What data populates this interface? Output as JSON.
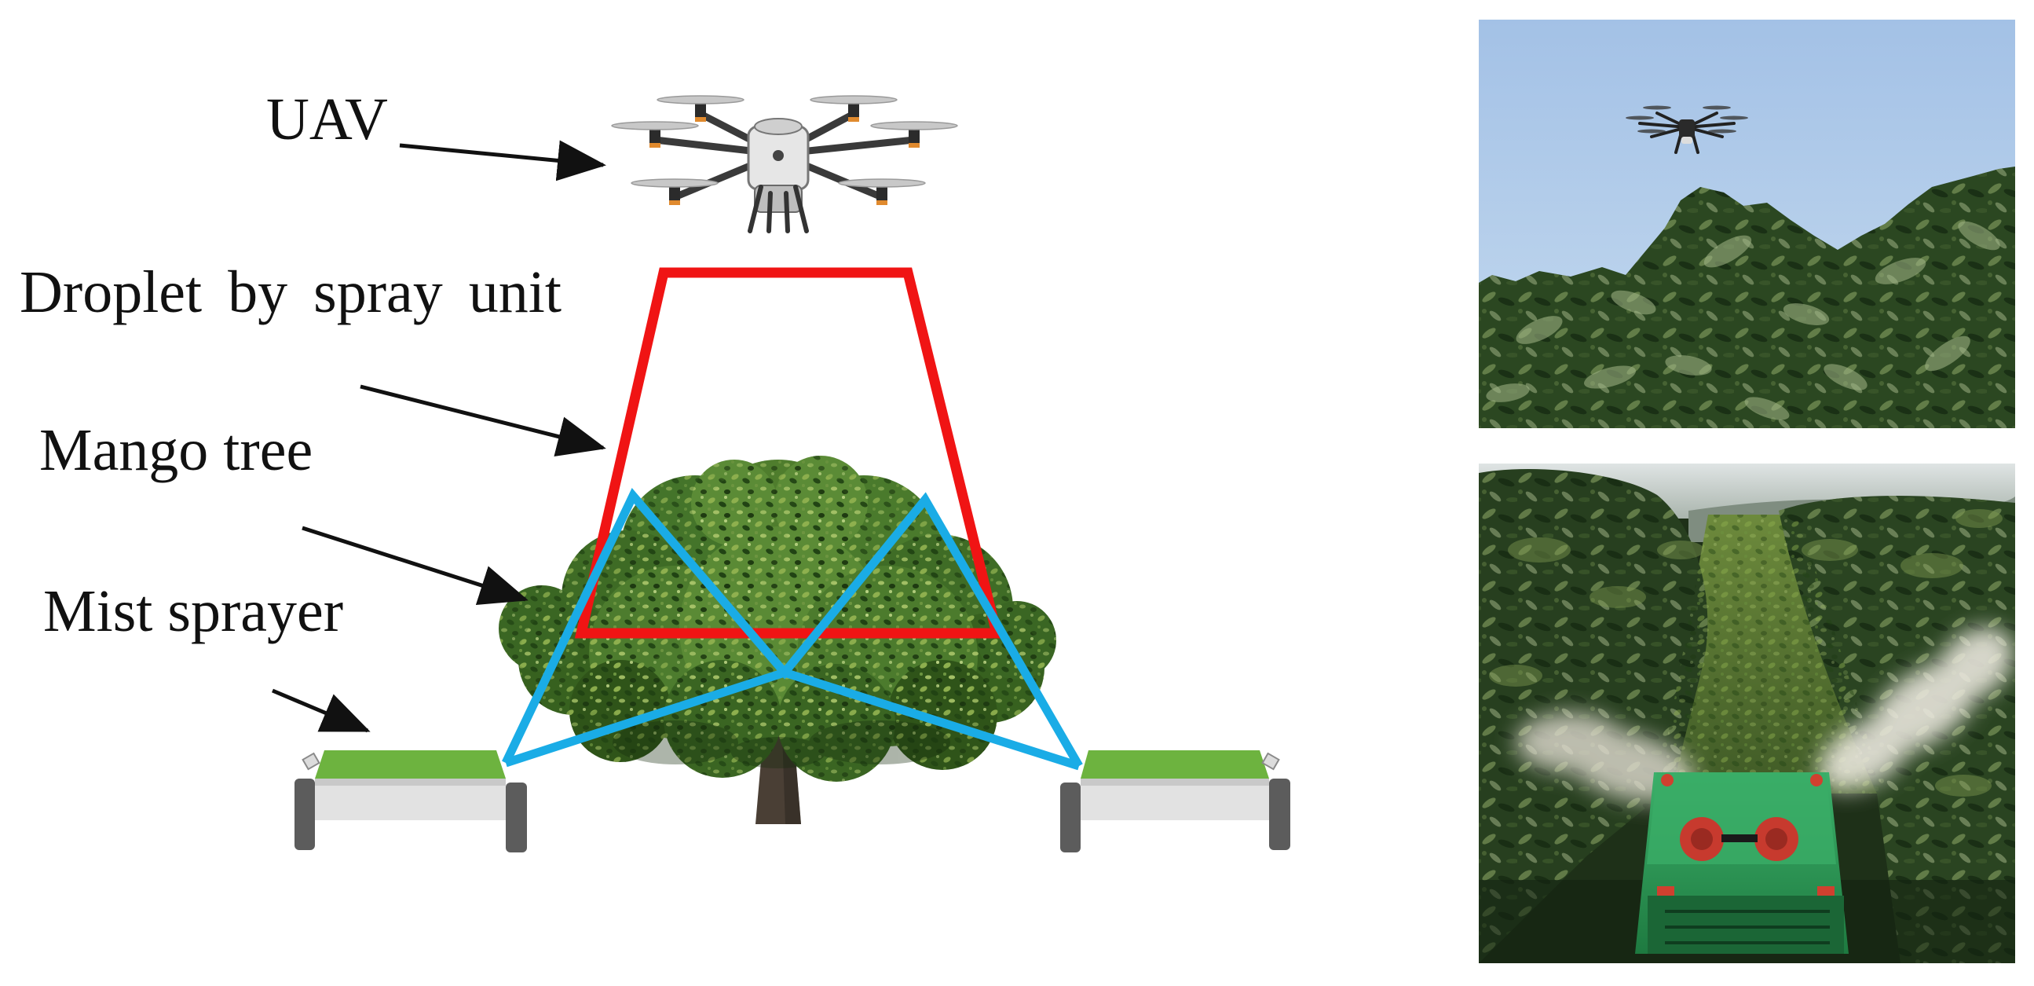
{
  "labels": {
    "uav": "UAV",
    "droplet": "Droplet by spray unit",
    "mango_tree": "Mango tree",
    "mist_sprayer": "Mist sprayer"
  },
  "colors": {
    "droplet_outline": "#f01414",
    "mist_spray": "#1aace6",
    "sprayer_top": "#6db33f",
    "sprayer_body": "#e2e2e2",
    "sprayer_wheel": "#5c5c5c"
  },
  "icons": {
    "uav": "drone-icon",
    "tree": "mango-tree-icon",
    "sprayer": "mist-sprayer-icon",
    "arrow": "arrow-icon"
  }
}
